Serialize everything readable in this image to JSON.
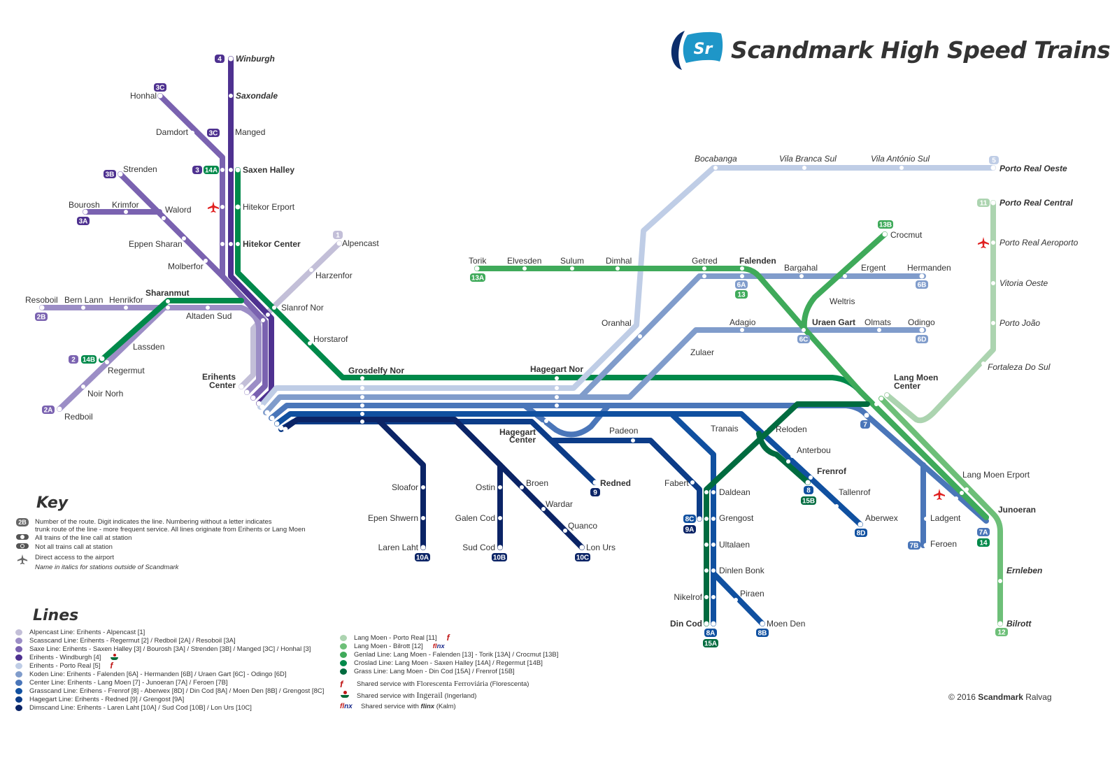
{
  "title": "Scandmark High Speed Trains",
  "logo_text": "Sr",
  "colors": {
    "line1": "#c3bfd8",
    "line2": "#9c8ec6",
    "line3": "#7a62b0",
    "line4": "#4e3190",
    "line5": "#bfcde6",
    "line6": "#809ccb",
    "line7": "#4a76b9",
    "line8": "#1050a0",
    "line9": "#0c3c88",
    "line10": "#0b2466",
    "line11": "#acd4b0",
    "line12": "#6dbf78",
    "line13": "#3faa5a",
    "line14": "#00894a",
    "line15": "#006b3f",
    "airport": "#e02020"
  },
  "stations": {
    "winburgh": "Winburgh",
    "saxondale": "Saxondale",
    "manged": "Manged",
    "honhal": "Honhal",
    "damdort": "Damdort",
    "saxen_halley": "Saxen Halley",
    "hitekor_erport": "Hitekor Erport",
    "hitekor_center": "Hitekor Center",
    "strenden": "Strenden",
    "bourosh": "Bourosh",
    "krimfor": "Krimfor",
    "walord": "Walord",
    "eppen_sharan": "Eppen Sharan",
    "molberfor": "Molberfor",
    "alpencast": "Alpencast",
    "harzenfor": "Harzenfor",
    "slanrof_nor": "Slanrof Nor",
    "horstarof": "Horstarof",
    "resoboil": "Resoboil",
    "bern_lann": "Bern Lann",
    "henrikfor": "Henrikfor",
    "sharanmut": "Sharanmut",
    "altaden_sud": "Altaden Sud",
    "lassden": "Lassden",
    "regermut": "Regermut",
    "noir_norh": "Noir Norh",
    "redboil": "Redboil",
    "erihents_center": "Erihents Center",
    "grosdelfy_nor": "Grosdelfy Nor",
    "hagegart_nor": "Hagegart Nor",
    "hagegart_center": "Hagegart Center",
    "sloafor": "Sloafor",
    "epen_shwern": "Epen Shwern",
    "laren_laht": "Laren Laht",
    "ostin": "Ostin",
    "galen_cod": "Galen Cod",
    "sud_cod": "Sud Cod",
    "broen": "Broen",
    "wardar": "Wardar",
    "quanco": "Quanco",
    "lon_urs": "Lon Urs",
    "padeon": "Padeon",
    "redned": "Redned",
    "fabert": "Fabert",
    "tranais": "Tranais",
    "daldean": "Daldean",
    "grengost": "Grengost",
    "ultalaen": "Ultalaen",
    "dinlen_bonk": "Dinlen Bonk",
    "nikelrof": "Nikelrof",
    "din_cod": "Din Cod",
    "piraen": "Piraen",
    "moen_den": "Moen Den",
    "reloden": "Reloden",
    "anterbou": "Anterbou",
    "frenrof": "Frenrof",
    "tallenrof": "Tallenrof",
    "aberwex": "Aberwex",
    "torik": "Torik",
    "elvesden": "Elvesden",
    "sulum": "Sulum",
    "dimhal": "Dimhal",
    "getred": "Getred",
    "falenden": "Falenden",
    "bargahal": "Bargahal",
    "ergent": "Ergent",
    "hermanden": "Hermanden",
    "crocmut": "Crocmut",
    "weltris": "Weltris",
    "oranhal": "Oranhal",
    "adagio": "Adagio",
    "uraen_gart": "Uraen Gart",
    "olmats": "Olmats",
    "odingo": "Odingo",
    "zulaer": "Zulaer",
    "bocabanga": "Bocabanga",
    "vila_branca_sul": "Vila Branca Sul",
    "vila_antonio_sul": "Vila António Sul",
    "porto_real_oeste": "Porto Real Oeste",
    "porto_real_central": "Porto Real Central",
    "porto_real_aeroporto": "Porto Real Aeroporto",
    "vitoria_oeste": "Vitoria Oeste",
    "porto_joao": "Porto João",
    "fortaleza_do_sul": "Fortaleza Do Sul",
    "lang_moen_center": "Lang Moen Center",
    "lang_moen_erport": "Lang Moen Erport",
    "junoeran": "Junoeran",
    "ladgent": "Ladgent",
    "feroen": "Feroen",
    "ernleben": "Ernleben",
    "bilrott": "Bilrott"
  },
  "badges": {
    "b4": "4",
    "b3c_a": "3C",
    "b3c_b": "3C",
    "b3": "3",
    "b14a": "14A",
    "b3b": "3B",
    "b3a": "3A",
    "b1": "1",
    "b2b": "2B",
    "b2": "2",
    "b14b": "14B",
    "b2a": "2A",
    "b10a": "10A",
    "b10b": "10B",
    "b10c": "10C",
    "b9": "9",
    "b8c": "8C",
    "b9a": "9A",
    "b8a": "8A",
    "b15a": "15A",
    "b8b": "8B",
    "b8": "8",
    "b15b": "15B",
    "b8d": "8D",
    "b13a": "13A",
    "b6a": "6A",
    "b13": "13",
    "b13b": "13B",
    "b6b": "6B",
    "b6c": "6C",
    "b6d": "6D",
    "b5": "5",
    "b11": "11",
    "b7": "7",
    "b7a": "7A",
    "b14": "14",
    "b7b": "7B",
    "b12": "12"
  },
  "key": {
    "title": "Key",
    "route_badge_example": "2B",
    "route_number_desc_1": "Number of the route. Digit indicates the line. Numbering without a letter indicates",
    "route_number_desc_2": "trunk route of the line - more frequent service. All lines originate from Erihents or Lang Moen",
    "all_trains_call": "All trains of the line call at station",
    "not_all_trains_call": "Not all trains call at station",
    "airport_access": "Direct access to the airport",
    "italics_note": "Name in italics for stations outside of Scandmark"
  },
  "lines_legend": {
    "title": "Lines",
    "items_left": [
      {
        "color": "#c3bfd8",
        "text": "Alpencast Line: Erihents - Alpencast [1]",
        "partner": ""
      },
      {
        "color": "#9c8ec6",
        "text": "Scasscand Line: Erihents - Regermut [2] / Redboil [2A] / Resoboil [3A]",
        "partner": ""
      },
      {
        "color": "#7a62b0",
        "text": "Saxe Line: Erihents - Saxen Halley [3] / Bourosh [3A] / Strenden [3B] / Manged [3C] / Honhal [3]",
        "partner": ""
      },
      {
        "color": "#4e3190",
        "text": "Erihents - Windburgh [4]",
        "partner": "ingerail"
      },
      {
        "color": "#bfcde6",
        "text": "Erihents - Porto Real [5]",
        "partner": "florescenta"
      },
      {
        "color": "#809ccb",
        "text": "Koden Line: Erihents - Falenden [6A] - Hermanden [6B] / Uraen Gart [6C] - Odingo [6D]",
        "partner": ""
      },
      {
        "color": "#4a76b9",
        "text": "Center Line: Erihents - Lang Moen [7] - Junoeran [7A] / Feroen [7B]",
        "partner": ""
      },
      {
        "color": "#1050a0",
        "text": "Grasscand Line: Erihens - Frenrof [8] - Aberwex [8D] / Din Cod [8A] / Moen Den [8B] / Grengost [8C]",
        "partner": ""
      },
      {
        "color": "#0c3c88",
        "text": "Hagegart Line: Erihents - Redned [9] / Grengost [9A]",
        "partner": ""
      },
      {
        "color": "#0b2466",
        "text": "Dimscand Line: Erihents - Laren Laht [10A] / Sud Cod [10B] / Lon Urs [10C]",
        "partner": ""
      }
    ],
    "items_right": [
      {
        "color": "#acd4b0",
        "text": "Lang Moen - Porto Real [11]",
        "partner": "florescenta"
      },
      {
        "color": "#6dbf78",
        "text": "Lang Moen - Bilrott [12]",
        "partner": "flinx"
      },
      {
        "color": "#3faa5a",
        "text": "Genlad Line: Lang Moen - Falenden [13] - Torik [13A] / Crocmut [13B]",
        "partner": ""
      },
      {
        "color": "#00894a",
        "text": "Croslad Line: Lang Moen - Saxen Halley [14A] / Regermut [14B]",
        "partner": ""
      },
      {
        "color": "#006b3f",
        "text": "Grass Line:  Lang Moen - Din Cod [15A] / Frenrof [15B]",
        "partner": ""
      }
    ],
    "partners": {
      "florescenta_prefix": "Shared service with ",
      "florescenta_name": "Florescenta",
      "florescenta_name2": " Ferroviária",
      "florescenta_suffix": " (Florescenta)",
      "ingerail_prefix": "Shared service with ",
      "ingerail_name": "Ingerail",
      "ingerail_suffix": " (Ingerland)",
      "flinx_prefix": "Shared service with ",
      "flinx_name": "flinx",
      "flinx_suffix": " (Kalm)"
    }
  },
  "copyright": {
    "year_text": "© 2016 ",
    "brand": "Scandmark",
    "suffix": " Ralvag"
  }
}
